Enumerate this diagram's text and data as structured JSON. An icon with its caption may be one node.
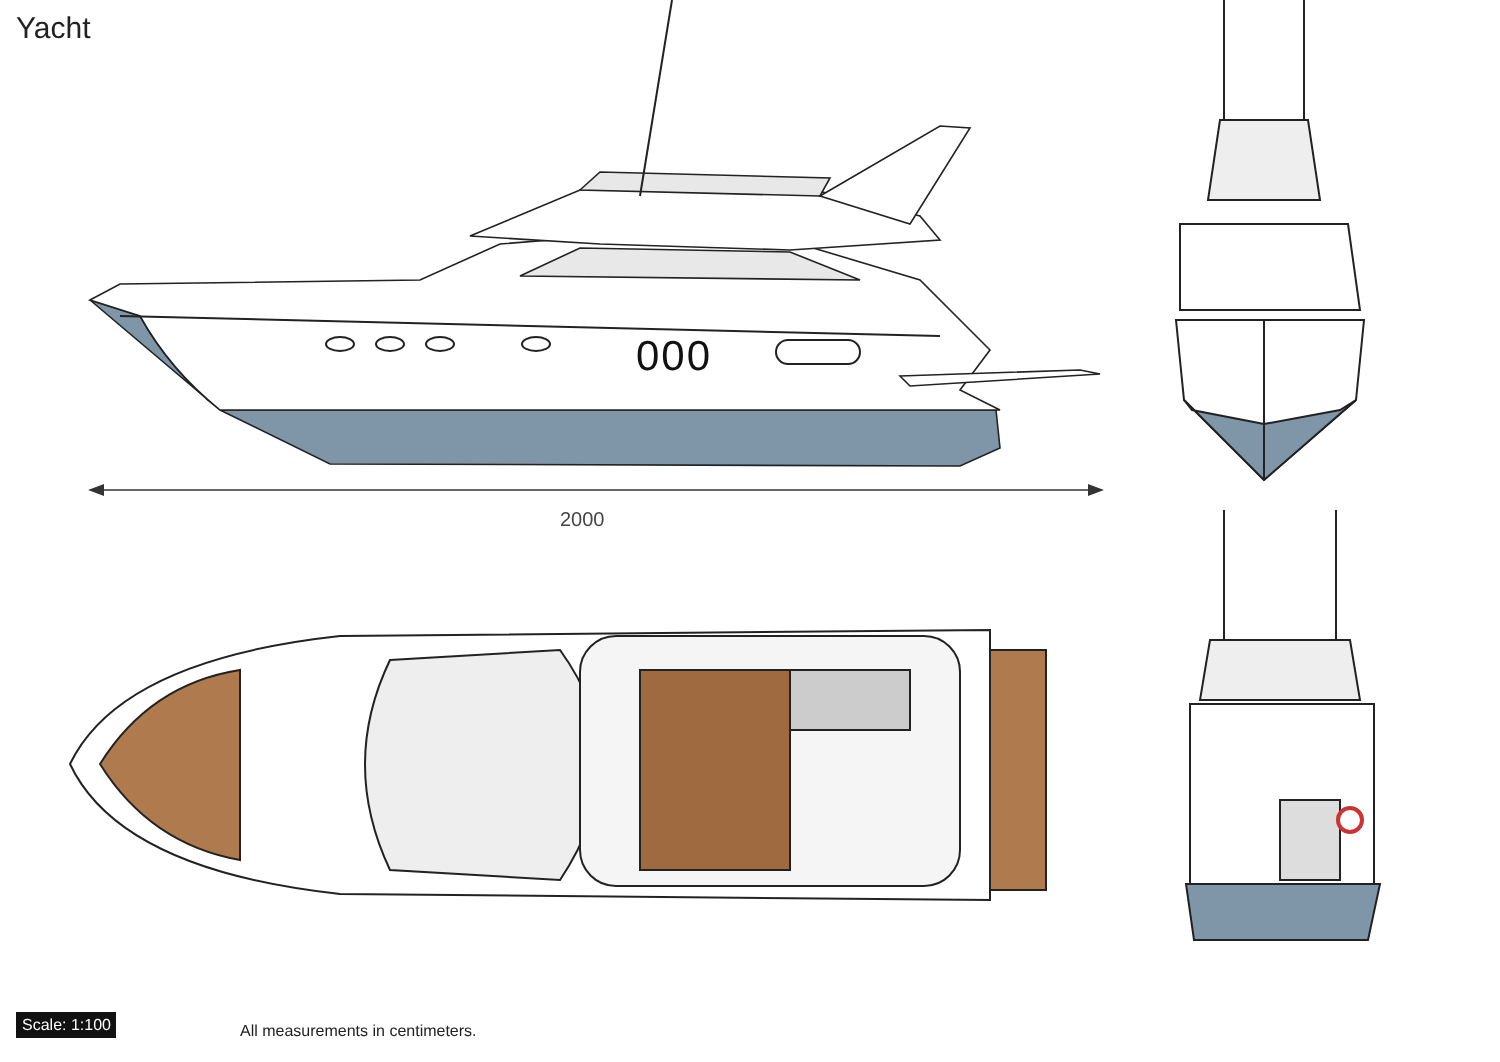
{
  "diagram": {
    "title": "Yacht",
    "labels": [
      "000",
      "2000",
      "Scale: 1:100",
      "All measurements in centimeters."
    ]
  }
}
